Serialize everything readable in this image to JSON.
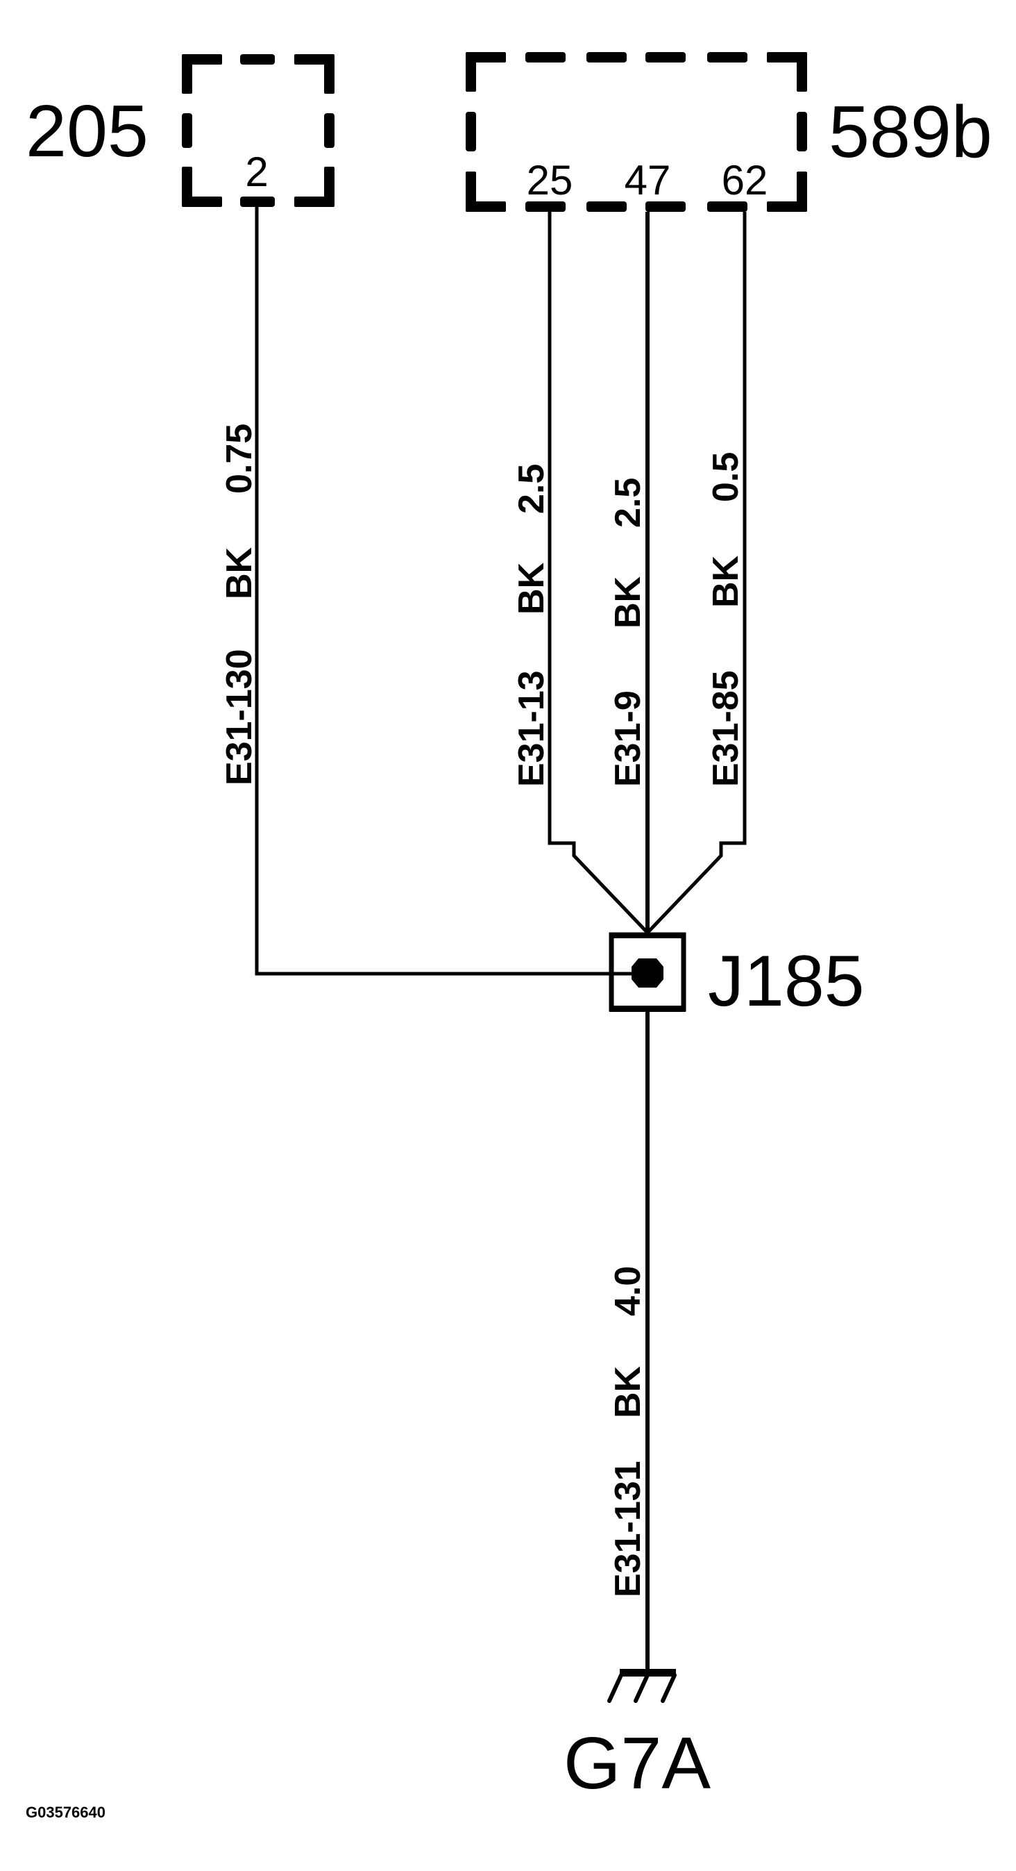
{
  "components": {
    "c205": {
      "label": "205",
      "pins": [
        "2"
      ]
    },
    "c589b": {
      "label": "589b",
      "pins": [
        "25",
        "47",
        "62"
      ]
    }
  },
  "wires": [
    {
      "id": "E31-130",
      "circuit": "E31-130",
      "color": "BK",
      "size": "0.75",
      "from": "205 pin 2",
      "to": "J185"
    },
    {
      "id": "E31-13",
      "circuit": "E31-13",
      "color": "BK",
      "size": "2.5",
      "from": "589b pin 25",
      "to": "J185"
    },
    {
      "id": "E31-9",
      "circuit": "E31-9",
      "color": "BK",
      "size": "2.5",
      "from": "589b pin 47",
      "to": "J185"
    },
    {
      "id": "E31-85",
      "circuit": "E31-85",
      "color": "BK",
      "size": "0.5",
      "from": "589b pin 62",
      "to": "J185"
    },
    {
      "id": "E31-131",
      "circuit": "E31-131",
      "color": "BK",
      "size": "4.0",
      "from": "J185",
      "to": "G7A"
    }
  ],
  "splice": {
    "label": "J185"
  },
  "ground": {
    "label": "G7A"
  },
  "footer": {
    "figure_id": "G03576640"
  }
}
